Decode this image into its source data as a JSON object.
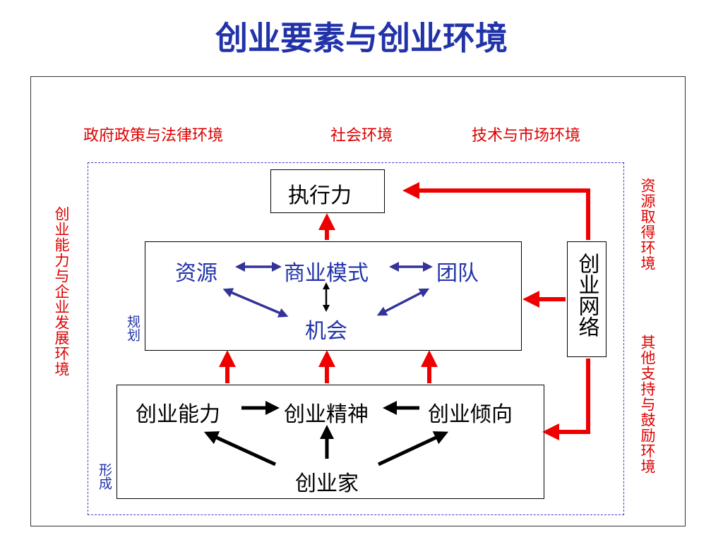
{
  "title": "创业要素与创业环境",
  "environments": {
    "top": [
      "政府政策与法律环境",
      "社会环境",
      "技术与市场环境"
    ],
    "left": "创业能力与企业发展环境",
    "right_top": "资源取得环境",
    "right_bottom": "其他支持与鼓励环境"
  },
  "execution": "执行力",
  "planning": {
    "tag": "规划",
    "resources": "资源",
    "business_model": "商业模式",
    "team": "团队",
    "opportunity": "机会"
  },
  "formation": {
    "tag": "形成",
    "ability": "创业能力",
    "spirit": "创业精神",
    "tendency": "创业倾向",
    "entrepreneur": "创业家"
  },
  "network": "创业网络",
  "colors": {
    "title": "#2233aa",
    "environment": "#dd0000",
    "blue_text": "#2233aa",
    "red_arrow": "#ee0000",
    "blue_arrow": "#333399"
  }
}
